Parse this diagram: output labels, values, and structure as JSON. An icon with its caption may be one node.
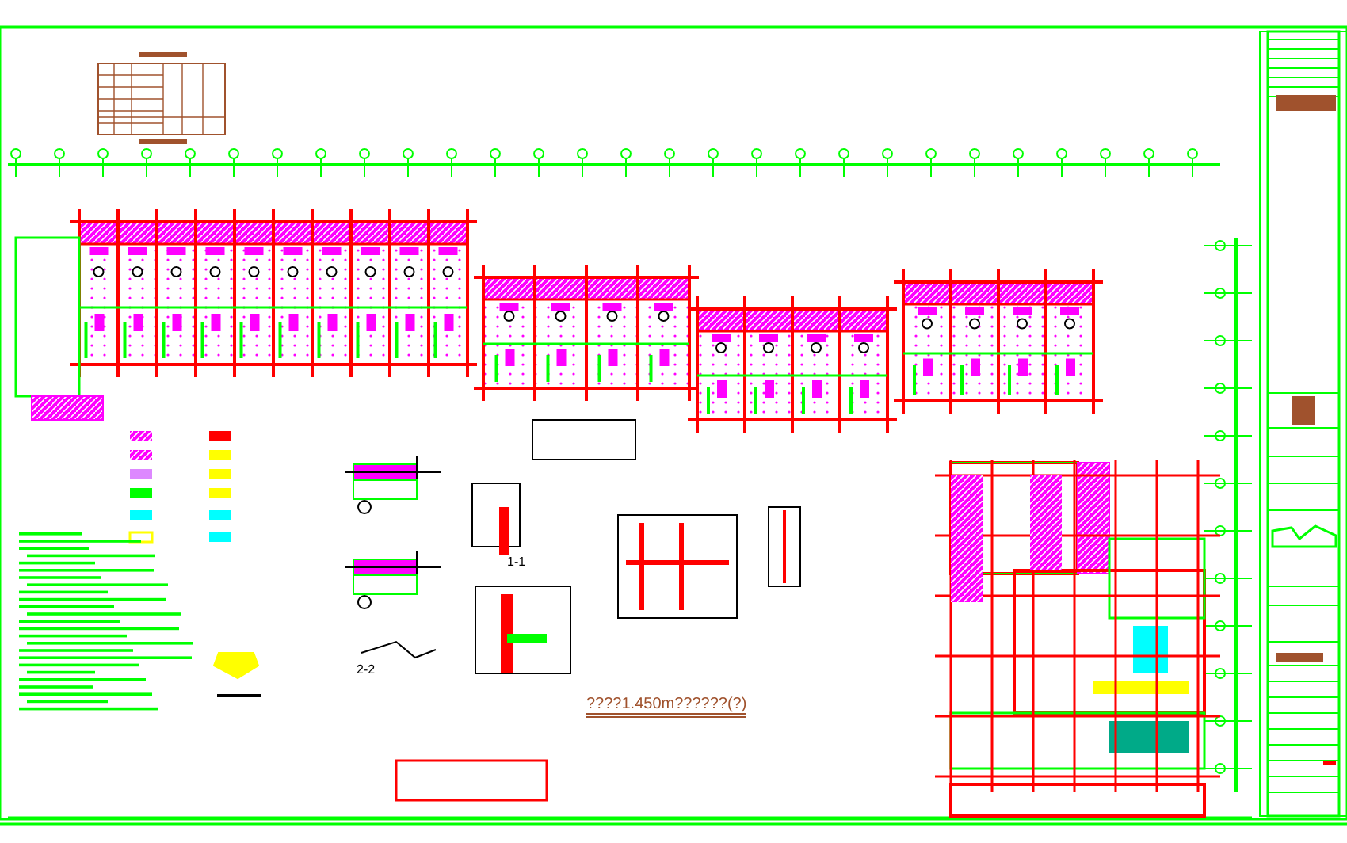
{
  "diagram": {
    "title": "????1.450m??????(?)",
    "labels": [
      "1-1",
      "2-2"
    ]
  }
}
